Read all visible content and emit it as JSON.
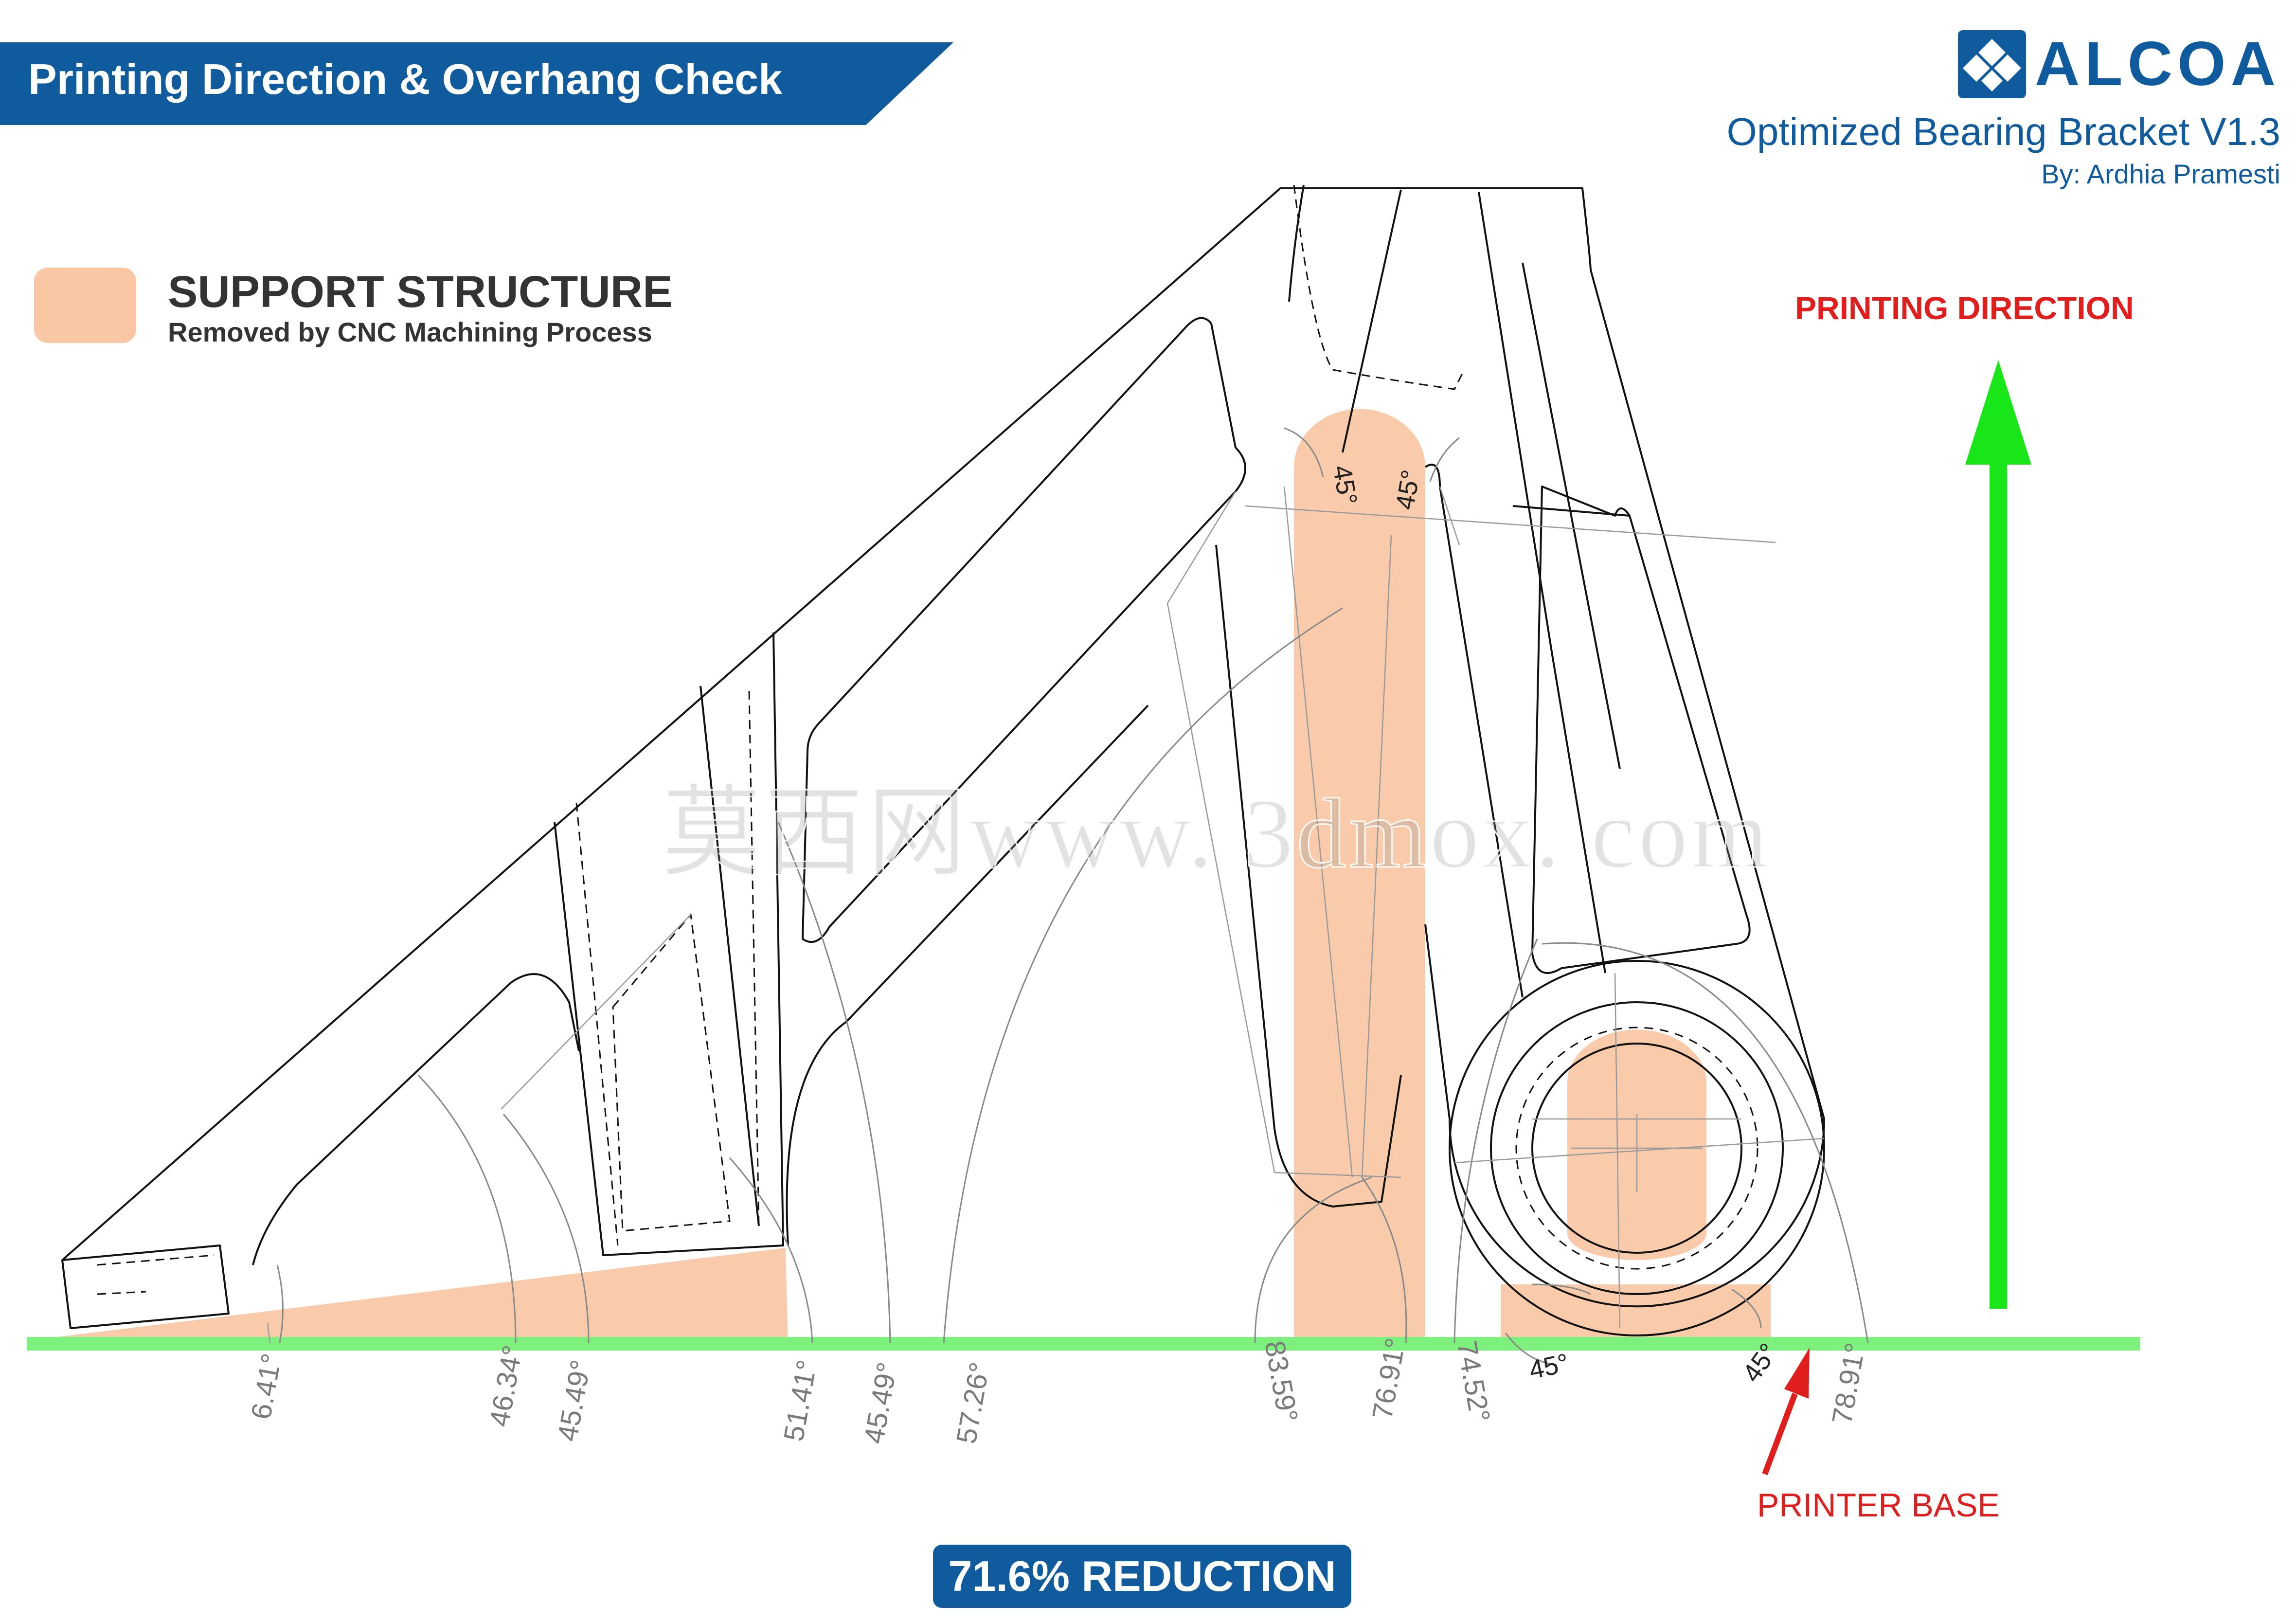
{
  "header": {
    "title": "Printing Direction & Overhang Check",
    "banner_color": "#0f5b9e"
  },
  "brand": {
    "icon": "alcoa-logo-icon",
    "name": "ALCOA",
    "project": "Optimized Bearing Bracket V1.3",
    "author": "By: Ardhia Pramesti"
  },
  "legend": {
    "title": "SUPPORT STRUCTURE",
    "subtitle": "Removed by CNC Machining Process",
    "color": "#f9c7a4"
  },
  "labels": {
    "printing_direction": "PRINTING DIRECTION",
    "printer_base": "PRINTER BASE",
    "reduction": "71.6% REDUCTION"
  },
  "angles": {
    "a1": "6.41°",
    "a2": "46.34°",
    "a3": "45.49°",
    "a4": "51.41°",
    "a5": "45.49°",
    "a6": "57.26°",
    "a7": "83.59°",
    "a8": "76.91°",
    "a9": "74.52°",
    "a10": "45°",
    "a11": "45°",
    "a12": "78.91°",
    "arch_left": "45°",
    "arch_right": "45°"
  },
  "watermark": "莫西网www. 3dmox. com",
  "colors": {
    "arrow_green": "#19e619",
    "base_green": "#7ef07e",
    "arrow_red": "#e01e1e",
    "support": "#f9c7a4"
  }
}
